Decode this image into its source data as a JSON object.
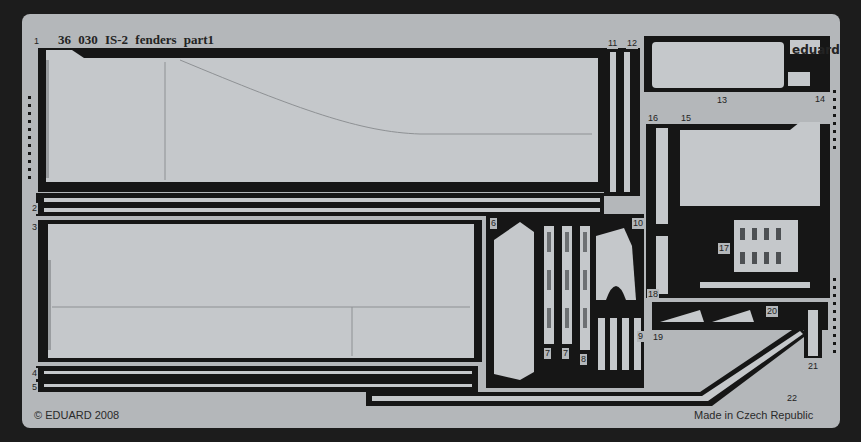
{
  "diagram": {
    "title": "36 030 IS-2 fenders part1",
    "labels": [
      "eduard",
      "1",
      "11",
      "12",
      "13",
      "14",
      "16",
      "15",
      "2",
      "3",
      "6",
      "10",
      "17",
      "18",
      "7",
      "7",
      "8",
      "9",
      "19",
      "20",
      "21",
      "4",
      "5",
      "22",
      "© EDUARD 2008",
      "Made in Czech Republic"
    ]
  }
}
